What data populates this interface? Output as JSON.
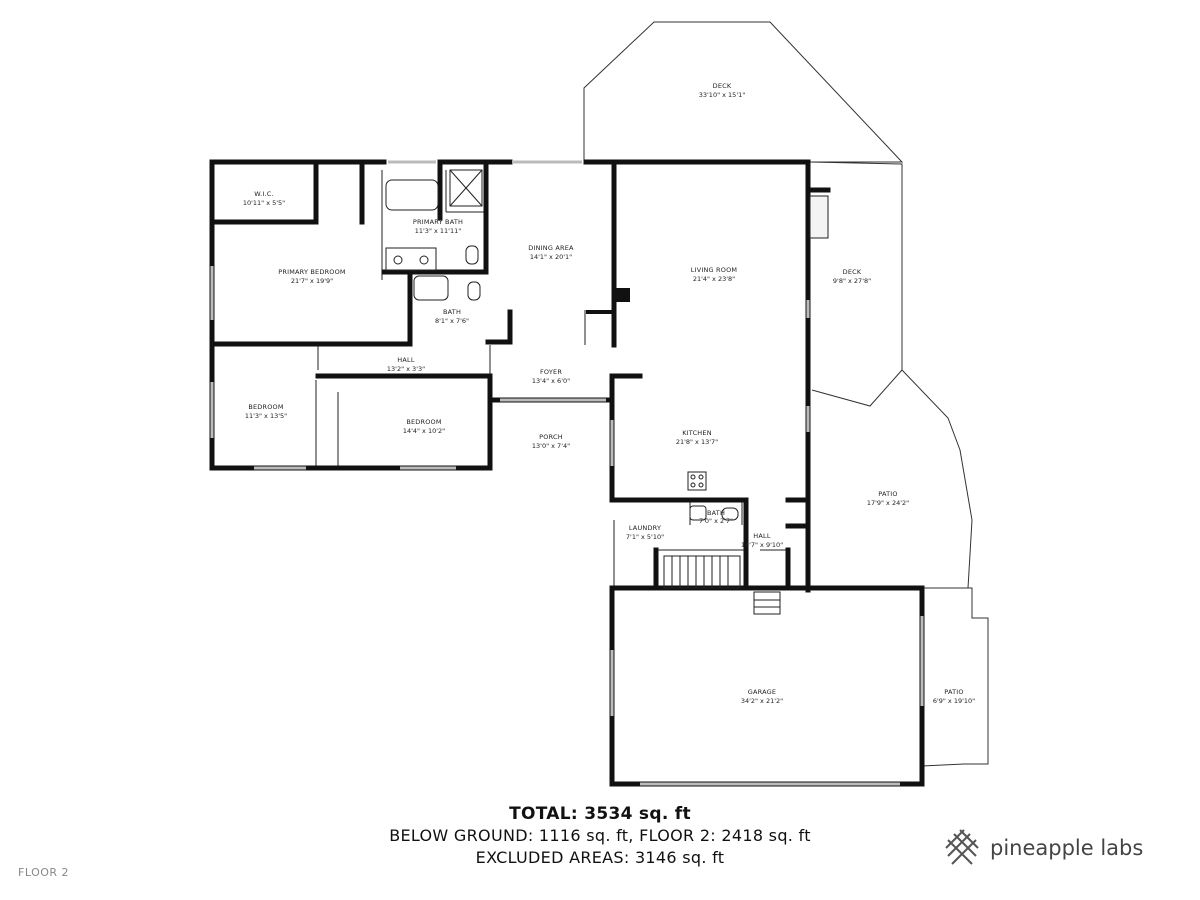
{
  "floor_label": "FLOOR 2",
  "brand": {
    "name": "pineapple labs",
    "logo_icon": "pineapple-lattice-icon"
  },
  "totals": {
    "total": "TOTAL: 3534 sq. ft",
    "line2": "BELOW GROUND: 1116 sq. ft, FLOOR 2: 2418 sq. ft",
    "line3": "EXCLUDED AREAS: 3146 sq. ft"
  },
  "rooms": {
    "deck_top": {
      "name": "DECK",
      "dims": "33'10\" x 15'1\""
    },
    "wic": {
      "name": "W.I.C.",
      "dims": "10'11\" x 5'5\""
    },
    "primary_bath": {
      "name": "PRIMARY BATH",
      "dims": "11'3\" x 11'11\""
    },
    "dining": {
      "name": "DINING AREA",
      "dims": "14'1\" x 20'1\""
    },
    "living": {
      "name": "LIVING ROOM",
      "dims": "21'4\" x 23'8\""
    },
    "deck_right": {
      "name": "DECK",
      "dims": "9'8\" x 27'8\""
    },
    "primary_bedroom": {
      "name": "PRIMARY BEDROOM",
      "dims": "21'7\" x 19'9\""
    },
    "bath": {
      "name": "BATH",
      "dims": "8'1\" x 7'6\""
    },
    "hall_left": {
      "name": "HALL",
      "dims": "13'2\" x 3'3\""
    },
    "foyer": {
      "name": "FOYER",
      "dims": "13'4\" x 6'0\""
    },
    "bedroom_1": {
      "name": "BEDROOM",
      "dims": "11'3\" x 13'5\""
    },
    "bedroom_2": {
      "name": "BEDROOM",
      "dims": "14'4\" x 10'2\""
    },
    "porch": {
      "name": "PORCH",
      "dims": "13'0\" x 7'4\""
    },
    "kitchen": {
      "name": "KITCHEN",
      "dims": "21'8\" x 13'7\""
    },
    "patio_right": {
      "name": "PATIO",
      "dims": "17'9\" x 24'2\""
    },
    "half_bath": {
      "name": "BATH",
      "dims": "7'0\" x 2'7\""
    },
    "laundry": {
      "name": "LAUNDRY",
      "dims": "7'1\" x 5'10\""
    },
    "hall_right": {
      "name": "HALL",
      "dims": "14'7\" x 9'10\""
    },
    "garage": {
      "name": "GARAGE",
      "dims": "34'2\" x 21'2\""
    },
    "patio_small": {
      "name": "PATIO",
      "dims": "6'9\" x 19'10\""
    }
  }
}
